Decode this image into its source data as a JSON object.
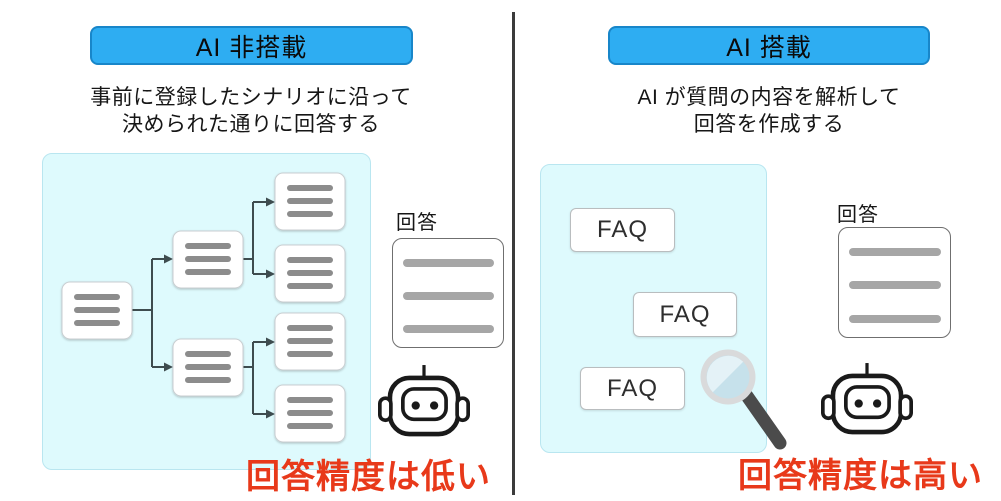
{
  "left": {
    "header": "AI 非搭載",
    "description_line1": "事前に登録したシナリオに沿って",
    "description_line2": "決められた通りに回答する",
    "answer_label": "回答",
    "verdict": "回答精度は低い"
  },
  "right": {
    "header": "AI 搭載",
    "description_line1": "AI が質問の内容を解析して",
    "description_line2": "回答を作成する",
    "faqs": [
      "FAQ",
      "FAQ",
      "FAQ"
    ],
    "answer_label": "回答",
    "verdict": "回答精度は高い"
  },
  "icons": {
    "left_robot": "robot-icon",
    "right_robot": "robot-icon",
    "magnifier": "magnifier-icon"
  },
  "colors": {
    "header_fill": "#2eadf2",
    "header_border": "#1886c9",
    "panel_fill": "#defafd",
    "panel_border": "#b9e6f0",
    "verdict_red": "#e8391a",
    "connector": "#3e4c4f",
    "node_bar": "#8c8c8c",
    "card_bar": "#a6a6a6",
    "divider": "#3b3b3b"
  }
}
